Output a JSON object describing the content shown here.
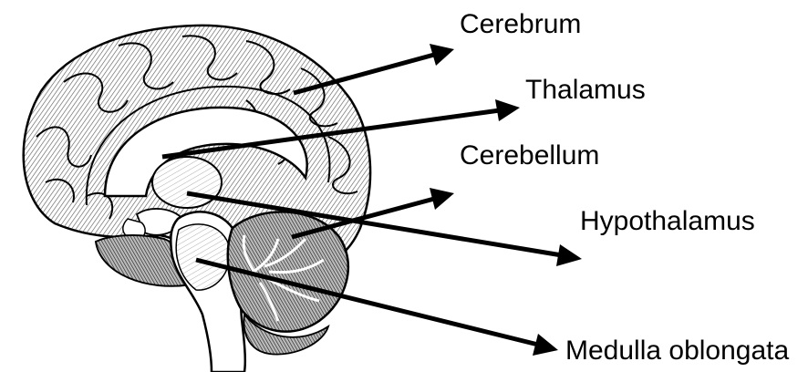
{
  "labels": {
    "cerebrum": "Cerebrum",
    "thalamus": "Thalamus",
    "cerebellum": "Cerebellum",
    "hypothalamus": "Hypothalamus",
    "medulla_oblongata": "Medulla oblongata"
  },
  "colors": {
    "ink": "#000000",
    "background": "#ffffff",
    "shading": "#8a8a8a"
  },
  "illustration": "brain-sagittal-section-engraving"
}
